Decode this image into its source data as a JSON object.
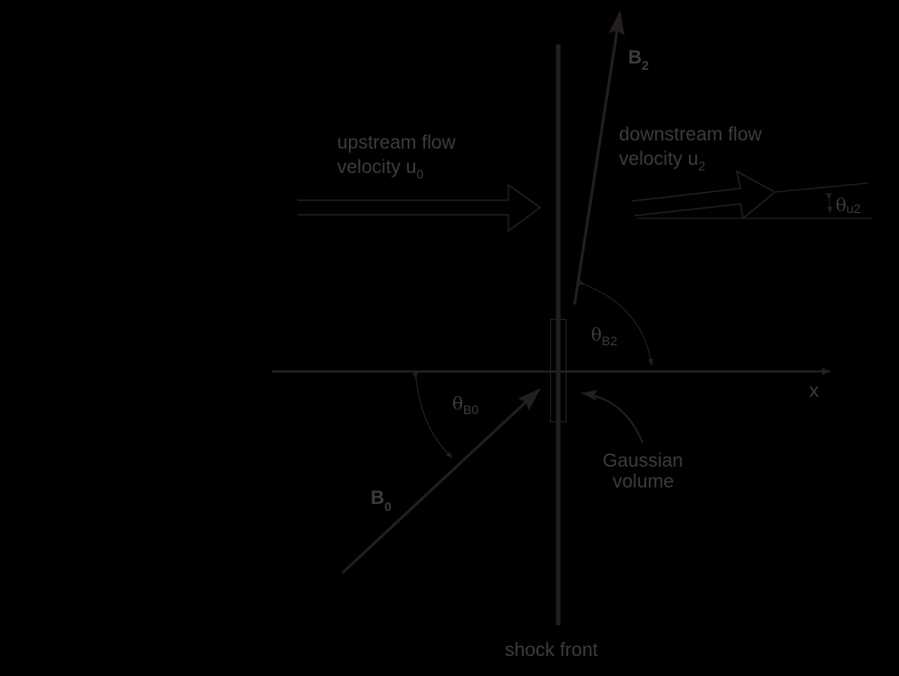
{
  "diagram": {
    "background": "#000000",
    "line_color": "#231f20",
    "text_color": "#3c3c3c",
    "labels": {
      "upstream_line1": "upstream flow",
      "upstream_line2": "velocity u",
      "upstream_sub": "0",
      "downstream_line1": "downstream flow",
      "downstream_line2": "velocity u",
      "downstream_sub": "2",
      "b2_main": "B",
      "b2_sub": "2",
      "b0_main": "B",
      "b0_sub": "0",
      "theta_b2_main": "θ",
      "theta_b2_sub": "B2",
      "theta_b0_main": "θ",
      "theta_b0_sub": "B0",
      "theta_u2_main": "θ",
      "theta_u2_sub": "u2",
      "x_axis": "x",
      "gaussian_line1": "Gaussian",
      "gaussian_line2": "volume",
      "shock_front": "shock front"
    }
  }
}
